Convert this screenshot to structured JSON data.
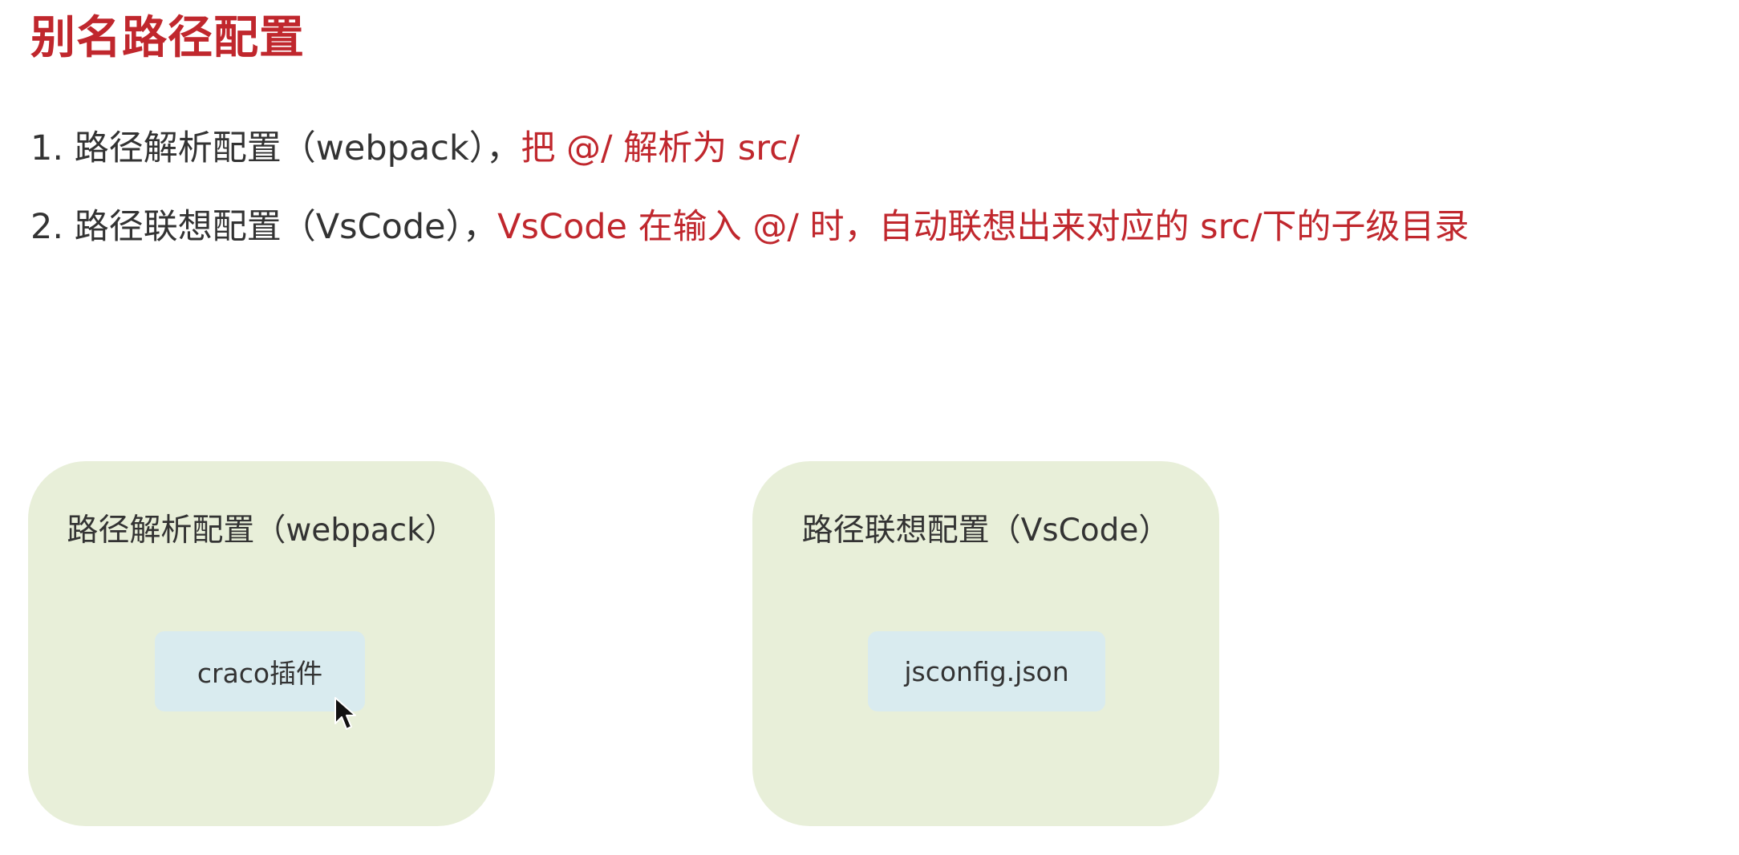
{
  "title": "别名路径配置",
  "items": [
    {
      "prefix": "1. 路径解析配置（webpack），",
      "highlight": "把 @/ 解析为 src/"
    },
    {
      "prefix": "2. 路径联想配置（VsCode），",
      "highlight": "VsCode 在输入 @/ 时，自动联想出来对应的 src/下的子级目录"
    }
  ],
  "cards": [
    {
      "title": "路径解析配置（webpack）",
      "chip": "craco插件"
    },
    {
      "title": "路径联想配置（VsCode）",
      "chip": "jsconfig.json"
    }
  ],
  "colors": {
    "accent": "#c0272d",
    "card_bg": "#e8efd9",
    "chip_bg": "#d9ebef"
  },
  "icons": {
    "pointer": "mouse-pointer-icon"
  }
}
